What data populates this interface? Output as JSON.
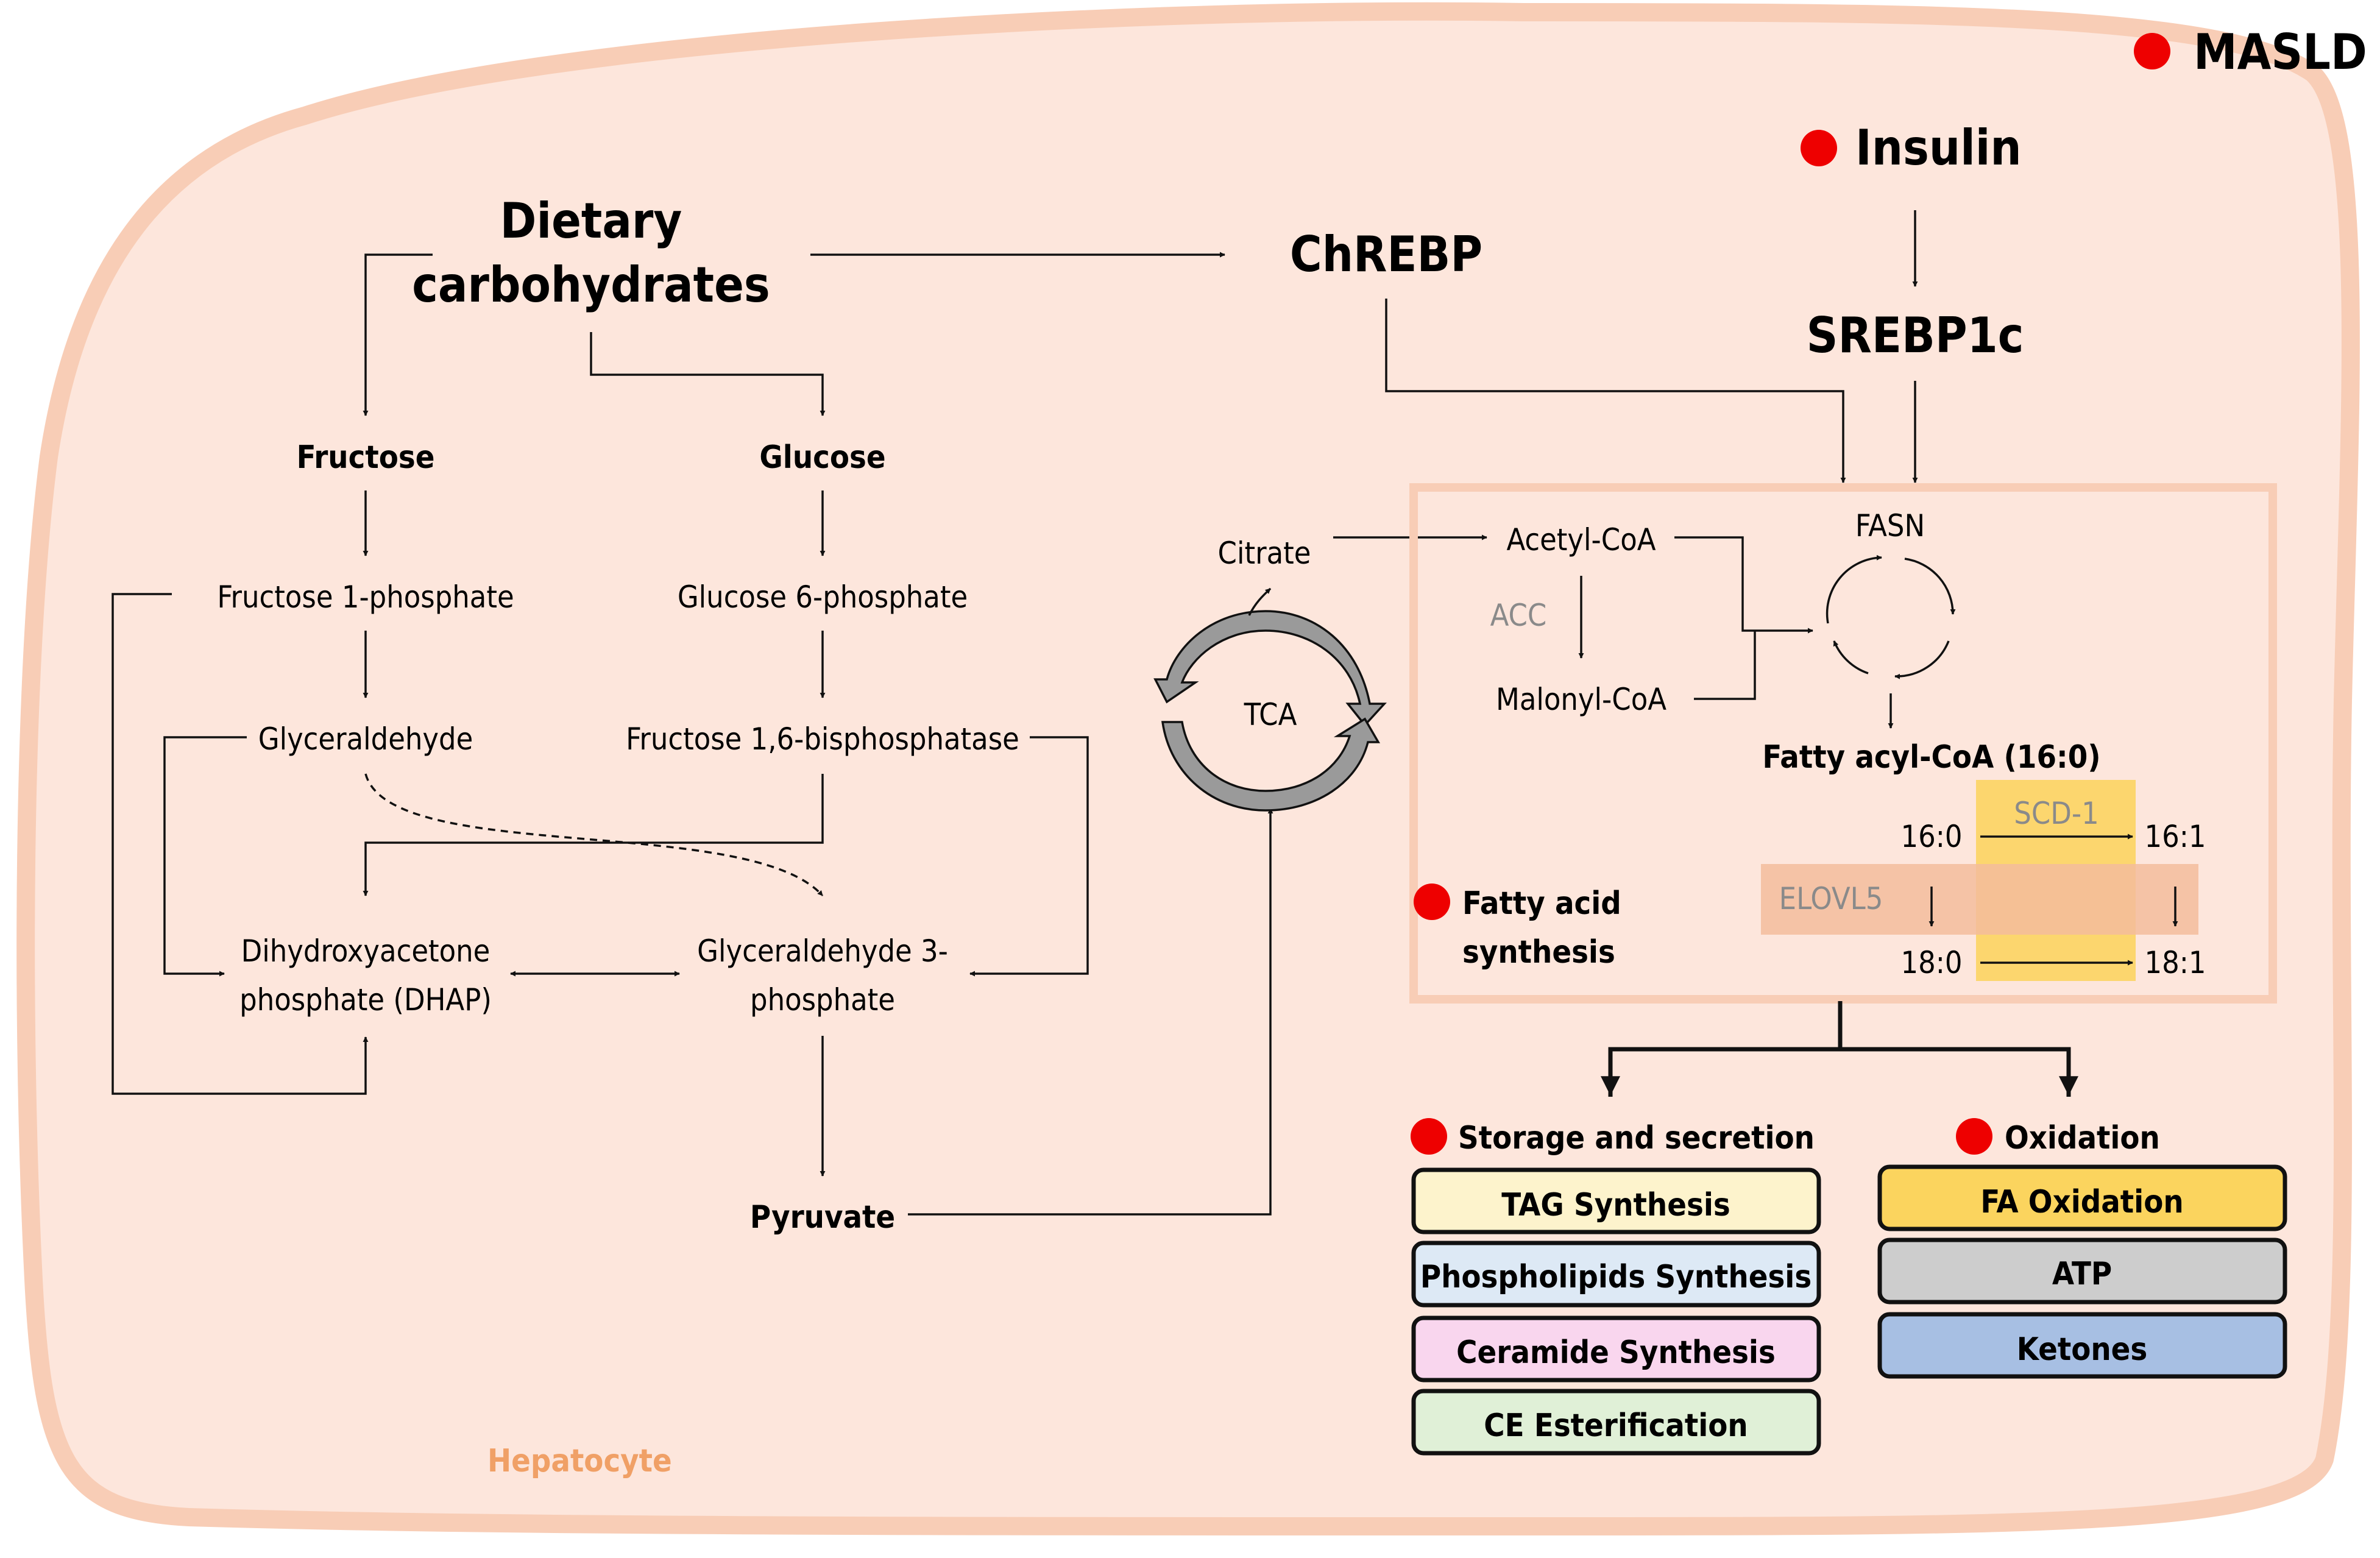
{
  "legend": {
    "label": "MASLD",
    "marker_color": "#ee0000"
  },
  "cell_label": "Hepatocyte",
  "colors": {
    "cell_fill": "#fde6dc",
    "cell_stroke": "#f8cdb6",
    "hepatocyte_label": "#f0a066",
    "scd1_highlight": "#fbd25a",
    "elovl5_highlight": "#f3bc9c",
    "muted_text": "#8a8a8a"
  },
  "nodes": {
    "dietary_line1": "Dietary",
    "dietary_line2": "carbohydrates",
    "chrebp": "ChREBP",
    "insulin": "Insulin",
    "srebp1c": "SREBP1c",
    "fructose": "Fructose",
    "glucose": "Glucose",
    "fructose_1p": "Fructose 1-phosphate",
    "glucose_6p": "Glucose 6-phosphate",
    "glyceraldehyde": "Glyceraldehyde",
    "fructose_16bp": "Fructose 1,6-bisphosphatase",
    "dhap_line1": "Dihydroxyacetone",
    "dhap_line2": "phosphate (DHAP)",
    "g3p_line1": "Glyceraldehyde 3-",
    "g3p_line2": "phosphate",
    "pyruvate": "Pyruvate",
    "citrate": "Citrate",
    "tca": "TCA",
    "acetyl_coa": "Acetyl-CoA",
    "acc": "ACC",
    "malonyl_coa": "Malonyl-CoA",
    "fasn": "FASN",
    "fatty_acyl_coa": "Fatty acyl-CoA (16:0)",
    "scd1": "SCD-1",
    "elovl5": "ELOVL5",
    "fa_16_0": "16:0",
    "fa_16_1": "16:1",
    "fa_18_0": "18:0",
    "fa_18_1": "18:1",
    "fas_line1": "Fatty acid",
    "fas_line2": "synthesis"
  },
  "storage": {
    "title": "Storage and secretion",
    "boxes": [
      {
        "label": "TAG Synthesis",
        "color": "#fdf3cc"
      },
      {
        "label": "Phospholipids Synthesis",
        "color": "#dde9f5"
      },
      {
        "label": "Ceramide Synthesis",
        "color": "#f9d6ee"
      },
      {
        "label": "CE Esterification",
        "color": "#e0f0d7"
      }
    ]
  },
  "oxidation": {
    "title": "Oxidation",
    "boxes": [
      {
        "label": "FA Oxidation",
        "color": "#fbd45e"
      },
      {
        "label": "ATP",
        "color": "#cdcdcd"
      },
      {
        "label": "Ketones",
        "color": "#a7bfe3"
      }
    ]
  }
}
